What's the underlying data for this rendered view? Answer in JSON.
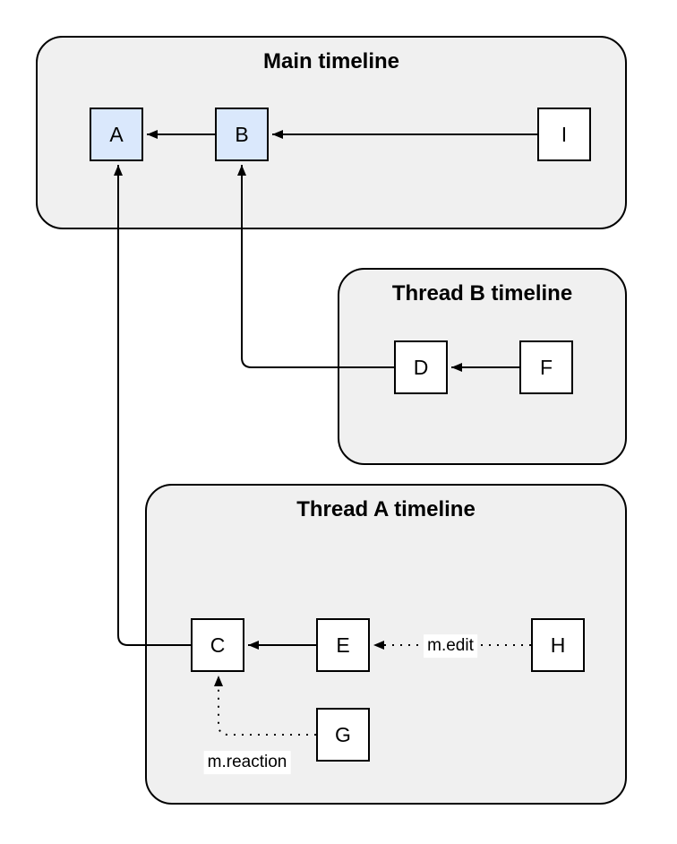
{
  "diagram": {
    "containers": [
      {
        "id": "main",
        "title": "Main timeline"
      },
      {
        "id": "thread-b",
        "title": "Thread B timeline"
      },
      {
        "id": "thread-a",
        "title": "Thread A timeline"
      }
    ],
    "nodes": [
      {
        "id": "A",
        "label": "A",
        "container": "main",
        "highlighted": true
      },
      {
        "id": "B",
        "label": "B",
        "container": "main",
        "highlighted": true
      },
      {
        "id": "I",
        "label": "I",
        "container": "main",
        "highlighted": false
      },
      {
        "id": "D",
        "label": "D",
        "container": "thread-b",
        "highlighted": false
      },
      {
        "id": "F",
        "label": "F",
        "container": "thread-b",
        "highlighted": false
      },
      {
        "id": "C",
        "label": "C",
        "container": "thread-a",
        "highlighted": false
      },
      {
        "id": "E",
        "label": "E",
        "container": "thread-a",
        "highlighted": false
      },
      {
        "id": "H",
        "label": "H",
        "container": "thread-a",
        "highlighted": false
      },
      {
        "id": "G",
        "label": "G",
        "container": "thread-a",
        "highlighted": false
      }
    ],
    "edges": [
      {
        "from": "B",
        "to": "A",
        "style": "solid"
      },
      {
        "from": "I",
        "to": "B",
        "style": "solid"
      },
      {
        "from": "F",
        "to": "D",
        "style": "solid"
      },
      {
        "from": "D",
        "to": "B",
        "style": "solid"
      },
      {
        "from": "E",
        "to": "C",
        "style": "solid"
      },
      {
        "from": "C",
        "to": "A",
        "style": "solid"
      },
      {
        "from": "H",
        "to": "E",
        "style": "dotted",
        "label": "m.edit"
      },
      {
        "from": "G",
        "to": "C",
        "style": "dotted",
        "label": "m.reaction"
      }
    ],
    "colors": {
      "container_fill": "#f0f0f0",
      "node_fill": "#ffffff",
      "node_highlight_fill": "#dae8fc",
      "stroke": "#000000",
      "background": "#ffffff"
    }
  }
}
